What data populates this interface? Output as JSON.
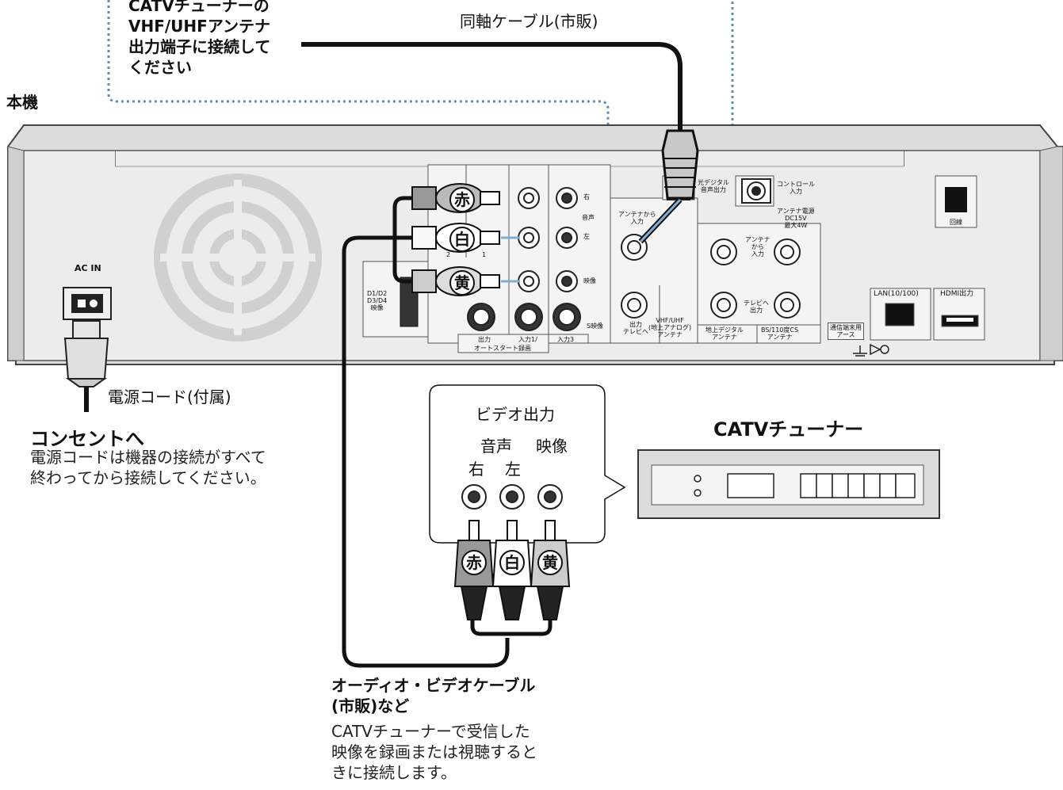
{
  "title": "本機",
  "callout_catv_out": [
    "CATVチューナーの",
    "VHF/UHFアンテナ",
    "出力端子に接続して",
    "ください"
  ],
  "coax_cable_label": "同軸ケーブル(市販)",
  "ac_in": "AC IN",
  "power_cord_label": "電源コード(付属)",
  "outlet_title": "コンセントへ",
  "outlet_note": [
    "電源コードは機器の接続がすべて",
    "終わってから接続してください。"
  ],
  "video_out_box": {
    "title": "ビデオ出力",
    "audio": "音声",
    "video": "映像",
    "right": "右",
    "left": "左"
  },
  "catv_tuner_title": "CATVチューナー",
  "plug_colors": {
    "red": "赤",
    "white": "白",
    "yellow": "黄"
  },
  "av_cable_title": [
    "オーディオ・ビデオケーブル",
    "(市販)など"
  ],
  "av_cable_note": [
    "CATVチューナーで受信した",
    "映像を録画または視聴すると",
    "きに接続します。"
  ],
  "panel_labels": {
    "right_ch": "右",
    "audio": "音声",
    "left_ch": "左",
    "video": "映像",
    "num2": "2",
    "num1": "1",
    "d_terminal": [
      "D1/D2",
      "D3/D4",
      "映像"
    ],
    "s_video": "S映像",
    "output": "出力",
    "input1": "入力1/",
    "input3": "入力3",
    "auto_start": "オートスタート録画",
    "antenna_from": [
      "アンテナから",
      "入力"
    ],
    "output_tv": [
      "出力",
      "テレビへ"
    ],
    "vhf_uhf": [
      "VHF/UHF",
      "(地上アナログ)",
      "アンテナ"
    ],
    "optical": [
      "光デジタル",
      "音声出力"
    ],
    "control": [
      "コントロール",
      "入力"
    ],
    "antenna_power": [
      "アンテナ電源",
      "DC15V",
      "最大4W"
    ],
    "ant_in": [
      "アンテナ",
      "から",
      "入力"
    ],
    "tv_out": [
      "テレビへ",
      "出力"
    ],
    "terrestrial_digital": [
      "地上デジタル",
      "アンテナ"
    ],
    "bs_cs": [
      "BS/110度CS",
      "アンテナ"
    ],
    "line": "回線",
    "lan": "LAN(10/100)",
    "hdmi": "HDMI出力",
    "comm_ground": [
      "通信端末用",
      "アース"
    ]
  },
  "colors": {
    "dotted_line": "#5b8fb3",
    "device_body": "#e8e8e8",
    "panel": "#f2f2f2",
    "cable": "#111111",
    "coax_inner": "#7fb0d0"
  }
}
